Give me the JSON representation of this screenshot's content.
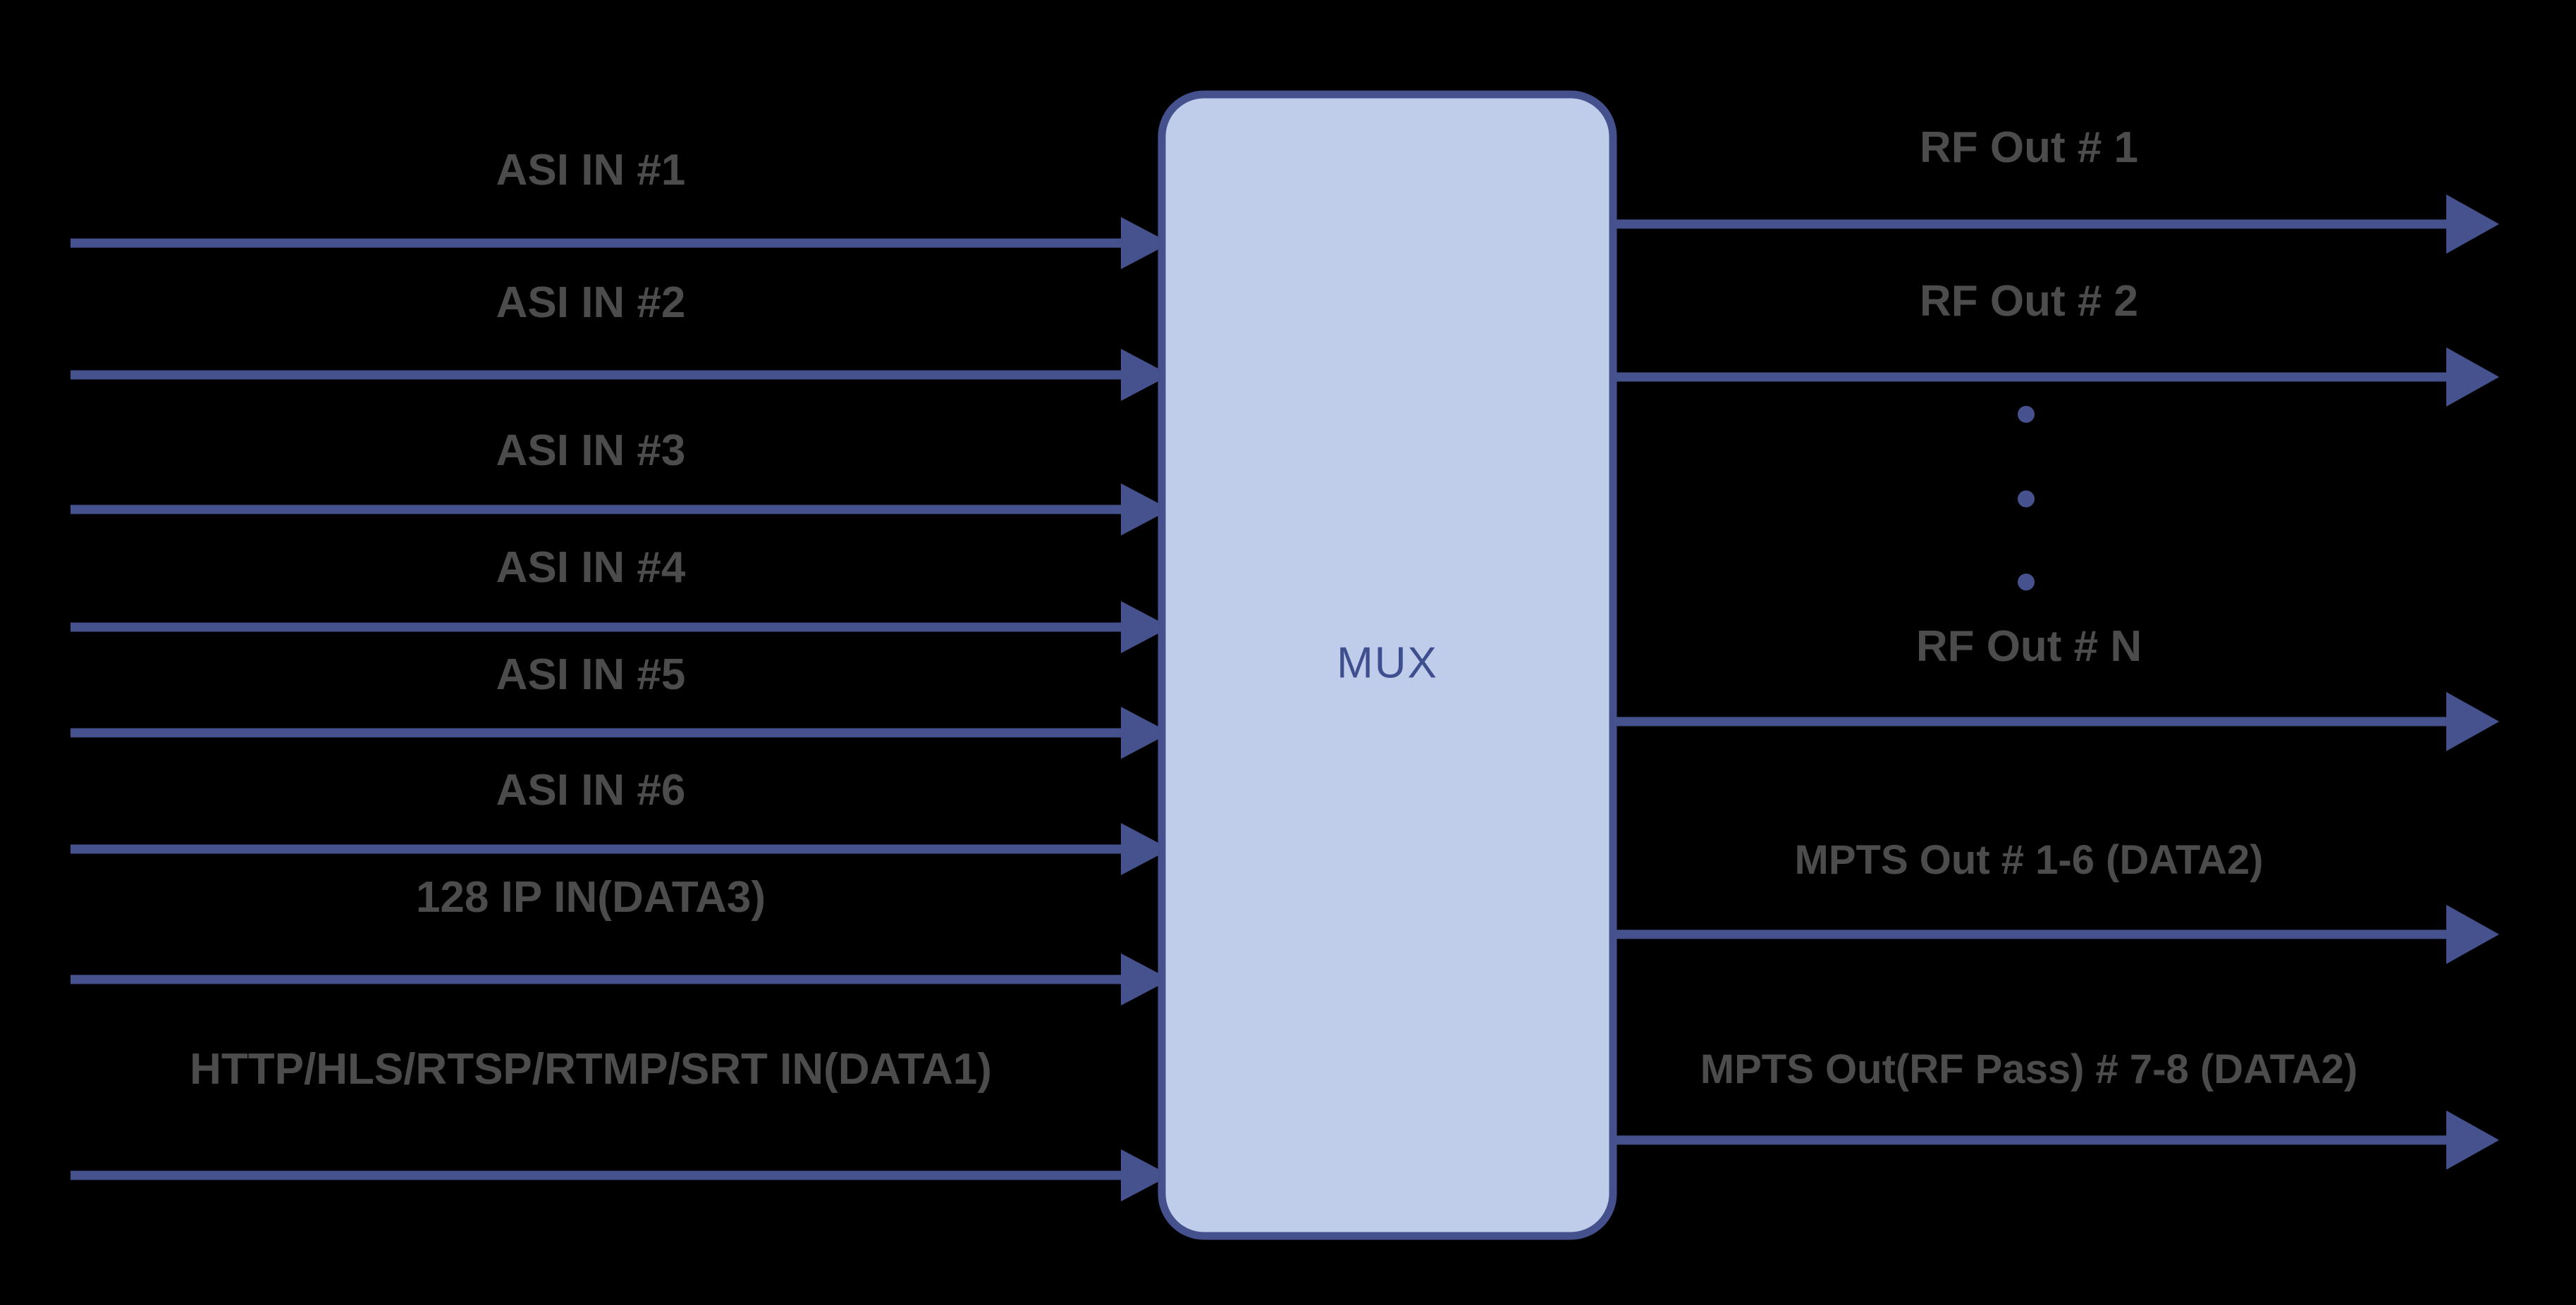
{
  "diagram": {
    "title": "MUX signal flow block diagram",
    "background_color": "#000000",
    "line_color": "#46528d",
    "box_fill_color": "#bfcdeb",
    "box_border_color": "#44518c",
    "label_color": "#4c4c4c",
    "mux_label_color": "#3f4e8e",
    "center_block": {
      "label": "MUX"
    },
    "inputs": [
      {
        "id": "asi-in-1",
        "label": "ASI IN #1"
      },
      {
        "id": "asi-in-2",
        "label": "ASI IN #2"
      },
      {
        "id": "asi-in-3",
        "label": "ASI IN #3"
      },
      {
        "id": "asi-in-4",
        "label": "ASI IN #4"
      },
      {
        "id": "asi-in-5",
        "label": "ASI IN #5"
      },
      {
        "id": "asi-in-6",
        "label": "ASI IN #6"
      },
      {
        "id": "ip-in-data3",
        "label": "128 IP IN(DATA3)"
      },
      {
        "id": "http-in-data1",
        "label": "HTTP/HLS/RTSP/RTMP/SRT IN(DATA1)"
      }
    ],
    "outputs": [
      {
        "id": "rf-out-1",
        "label": "RF Out # 1"
      },
      {
        "id": "rf-out-2",
        "label": "RF Out # 2"
      },
      {
        "id": "rf-out-n",
        "label": "RF Out # N"
      },
      {
        "id": "mpts-out-1-6",
        "label": "MPTS Out # 1-6 (DATA2)"
      },
      {
        "id": "mpts-out-rf-pass-7-8",
        "label": "MPTS Out(RF Pass) # 7-8 (DATA2)"
      }
    ],
    "ellipsis": {
      "name": "vertical-ellipsis",
      "dot_count": 3
    }
  }
}
